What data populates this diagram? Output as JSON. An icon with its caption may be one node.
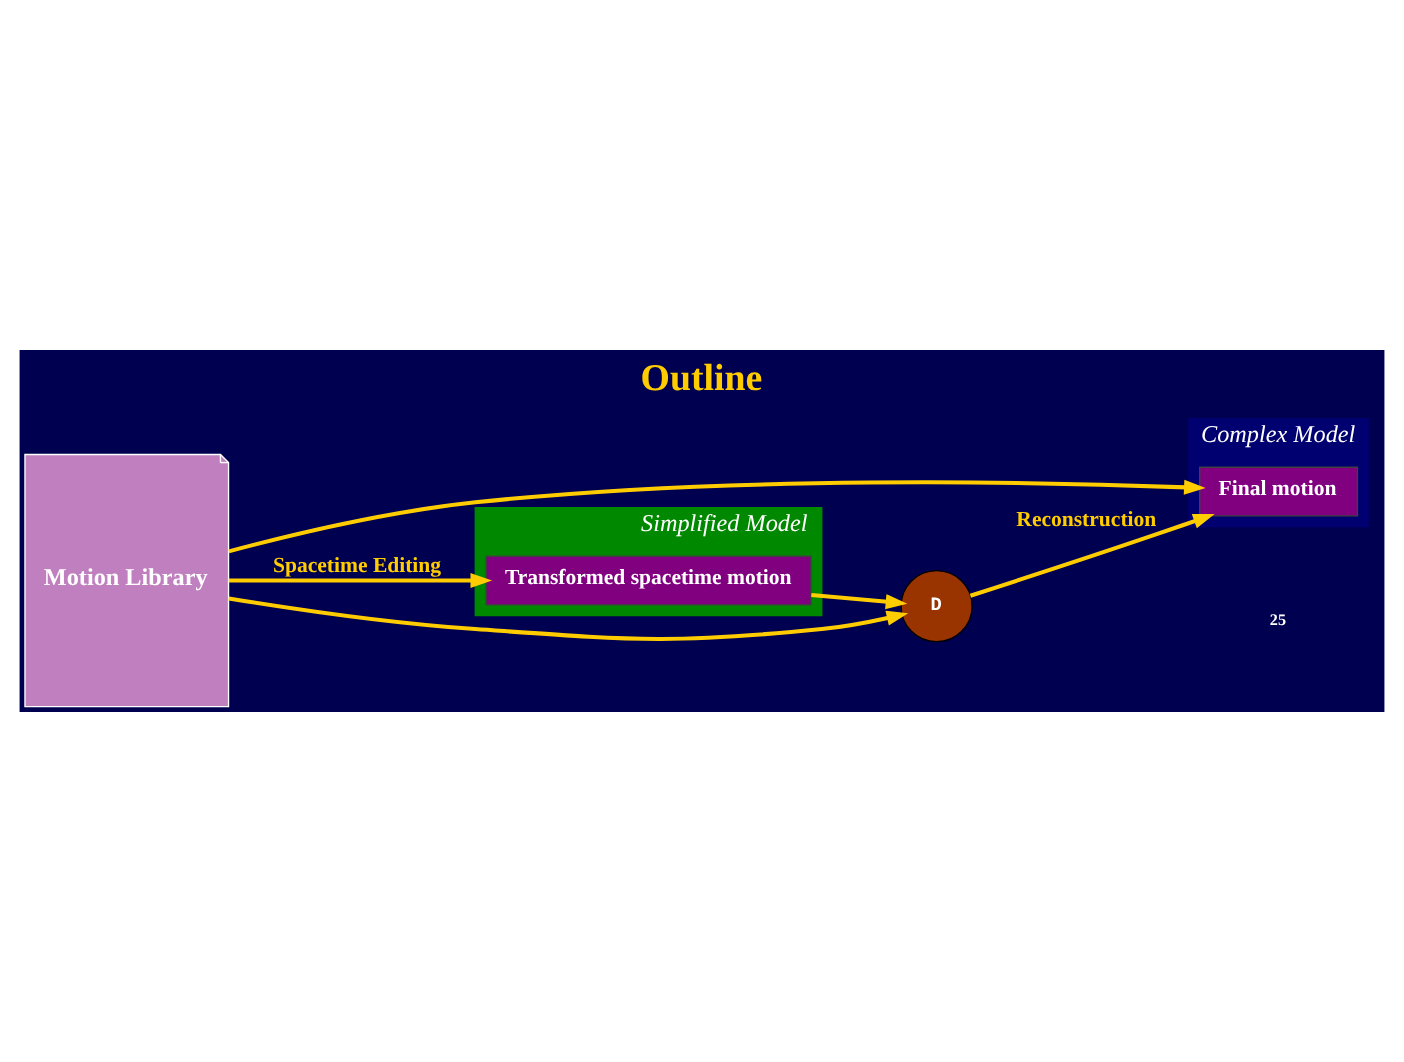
{
  "diagram": {
    "title": "Outline",
    "nodes": [
      {
        "text": [
          "Complex Model"
        ]
      },
      {
        "text": [
          "Simplified Model"
        ]
      },
      {
        "text": [
          "Motion Library"
        ]
      },
      {
        "text": [
          "Final motion"
        ],
        "in": 0
      },
      {
        "text": [
          "D"
        ]
      },
      {
        "text": [
          "Transformed spacetime motion"
        ],
        "in": 1
      }
    ],
    "edges": [
      {
        "from": 2,
        "to": 3,
        "arrow": "to"
      },
      {
        "from": 2,
        "to": 4,
        "arrow": "to"
      },
      {
        "from": 2,
        "to": 5,
        "arrow": "to",
        "label": "Spacetime Editing"
      },
      {
        "from": 5,
        "to": 4,
        "arrow": "to"
      },
      {
        "from": 4,
        "to": 3,
        "arrow": "to",
        "label": "Reconstruction"
      }
    ],
    "labels": [
      "25"
    ]
  }
}
